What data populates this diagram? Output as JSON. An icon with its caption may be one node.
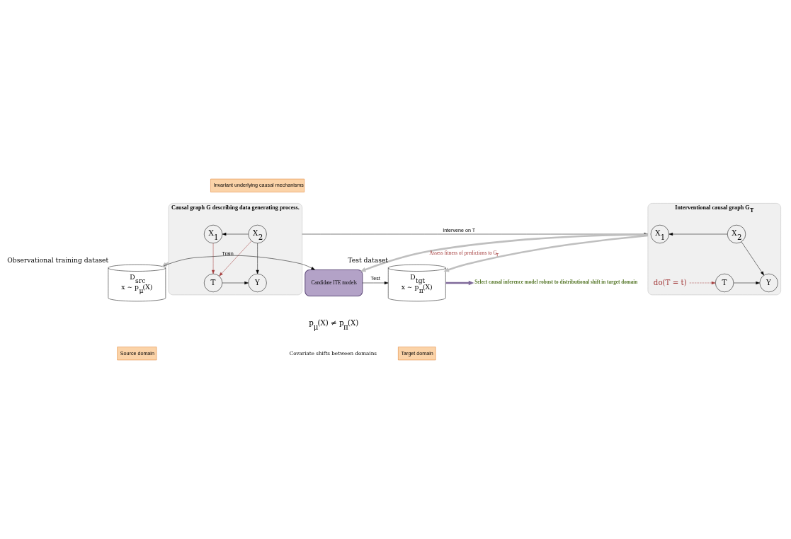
{
  "diagram": {
    "nodes": [
      {
        "text": [
          "Invariant underlying causal mechanisms"
        ]
      },
      {
        "text": [
          "Causal graph G describing data generating process."
        ]
      },
      {
        "text": [
          "X$_{1}$"
        ],
        "in": 1
      },
      {
        "text": [
          "X$_{2}$"
        ],
        "in": 1
      },
      {
        "text": [
          "T"
        ],
        "in": 1
      },
      {
        "text": [
          "Y"
        ],
        "in": 1
      },
      {
        "text": [
          "Interventional causal graph G$_{T̄}$"
        ]
      },
      {
        "text": [
          "X$_{1}$"
        ],
        "in": 6
      },
      {
        "text": [
          "X$_{2}$"
        ],
        "in": 6
      },
      {
        "text": [
          "T"
        ],
        "in": 6
      },
      {
        "text": [
          "Y"
        ],
        "in": 6
      },
      {
        "text": [
          "do(T = t)"
        ],
        "in": 6
      },
      {
        "text": [
          "D$_{src}$",
          "x ∼ p$_{μ}$(X)"
        ],
        "beside": [
          "Observational training dataset"
        ]
      },
      {
        "text": [
          "Candidate ITE models"
        ]
      },
      {
        "text": [
          "D$_{tgt}$",
          "x ∼ p$_{π}$(X)"
        ],
        "beside": [
          "Test dataset"
        ]
      },
      {
        "text": [
          "Select causal inference model robust to distributional shift in target domain"
        ]
      },
      {
        "text": [
          "Source domain"
        ]
      },
      {
        "text": [
          "Target domain"
        ]
      }
    ],
    "edges": [
      {
        "from": 3,
        "to": 2,
        "arrow": "to"
      },
      {
        "from": 2,
        "to": 4,
        "arrow": "to",
        "color": "#a33a3a"
      },
      {
        "from": 3,
        "to": 4,
        "arrow": "to",
        "color": "#a33a3a"
      },
      {
        "from": 3,
        "to": 5,
        "arrow": "to"
      },
      {
        "from": 4,
        "to": 5,
        "arrow": "to"
      },
      {
        "from": 1,
        "to": 6,
        "arrow": "to",
        "label": "Intervene on T"
      },
      {
        "from": 8,
        "to": 7,
        "arrow": "to"
      },
      {
        "from": 8,
        "to": 10,
        "arrow": "to"
      },
      {
        "from": 9,
        "to": 10,
        "arrow": "to"
      },
      {
        "from": 11,
        "to": 9,
        "arrow": "to",
        "style": "dashed",
        "color": "#a33a3a"
      },
      {
        "from": 1,
        "to": 12,
        "arrow": "to",
        "style": "thick",
        "color": "#bfbfbf"
      },
      {
        "from": 6,
        "to": 14,
        "arrow": "to",
        "style": "thick",
        "color": "#bfbfbf"
      },
      {
        "from": 6,
        "to": 13,
        "arrow": "to",
        "style": "thick",
        "color": "#bfbfbf",
        "label": "Assess fitness of predictions to G$_{T̄}$"
      },
      {
        "from": 12,
        "to": 13,
        "arrow": "to",
        "label": "Train"
      },
      {
        "from": 13,
        "to": 14,
        "arrow": "to",
        "label": "Test"
      },
      {
        "from": 14,
        "to": 15,
        "arrow": "to",
        "style": "thick",
        "color": "#7f6a9a"
      }
    ],
    "labels": [
      "p$_{μ}$(X) ≠ p$_{π}$(X)",
      "Covariate shifts between domains"
    ]
  }
}
